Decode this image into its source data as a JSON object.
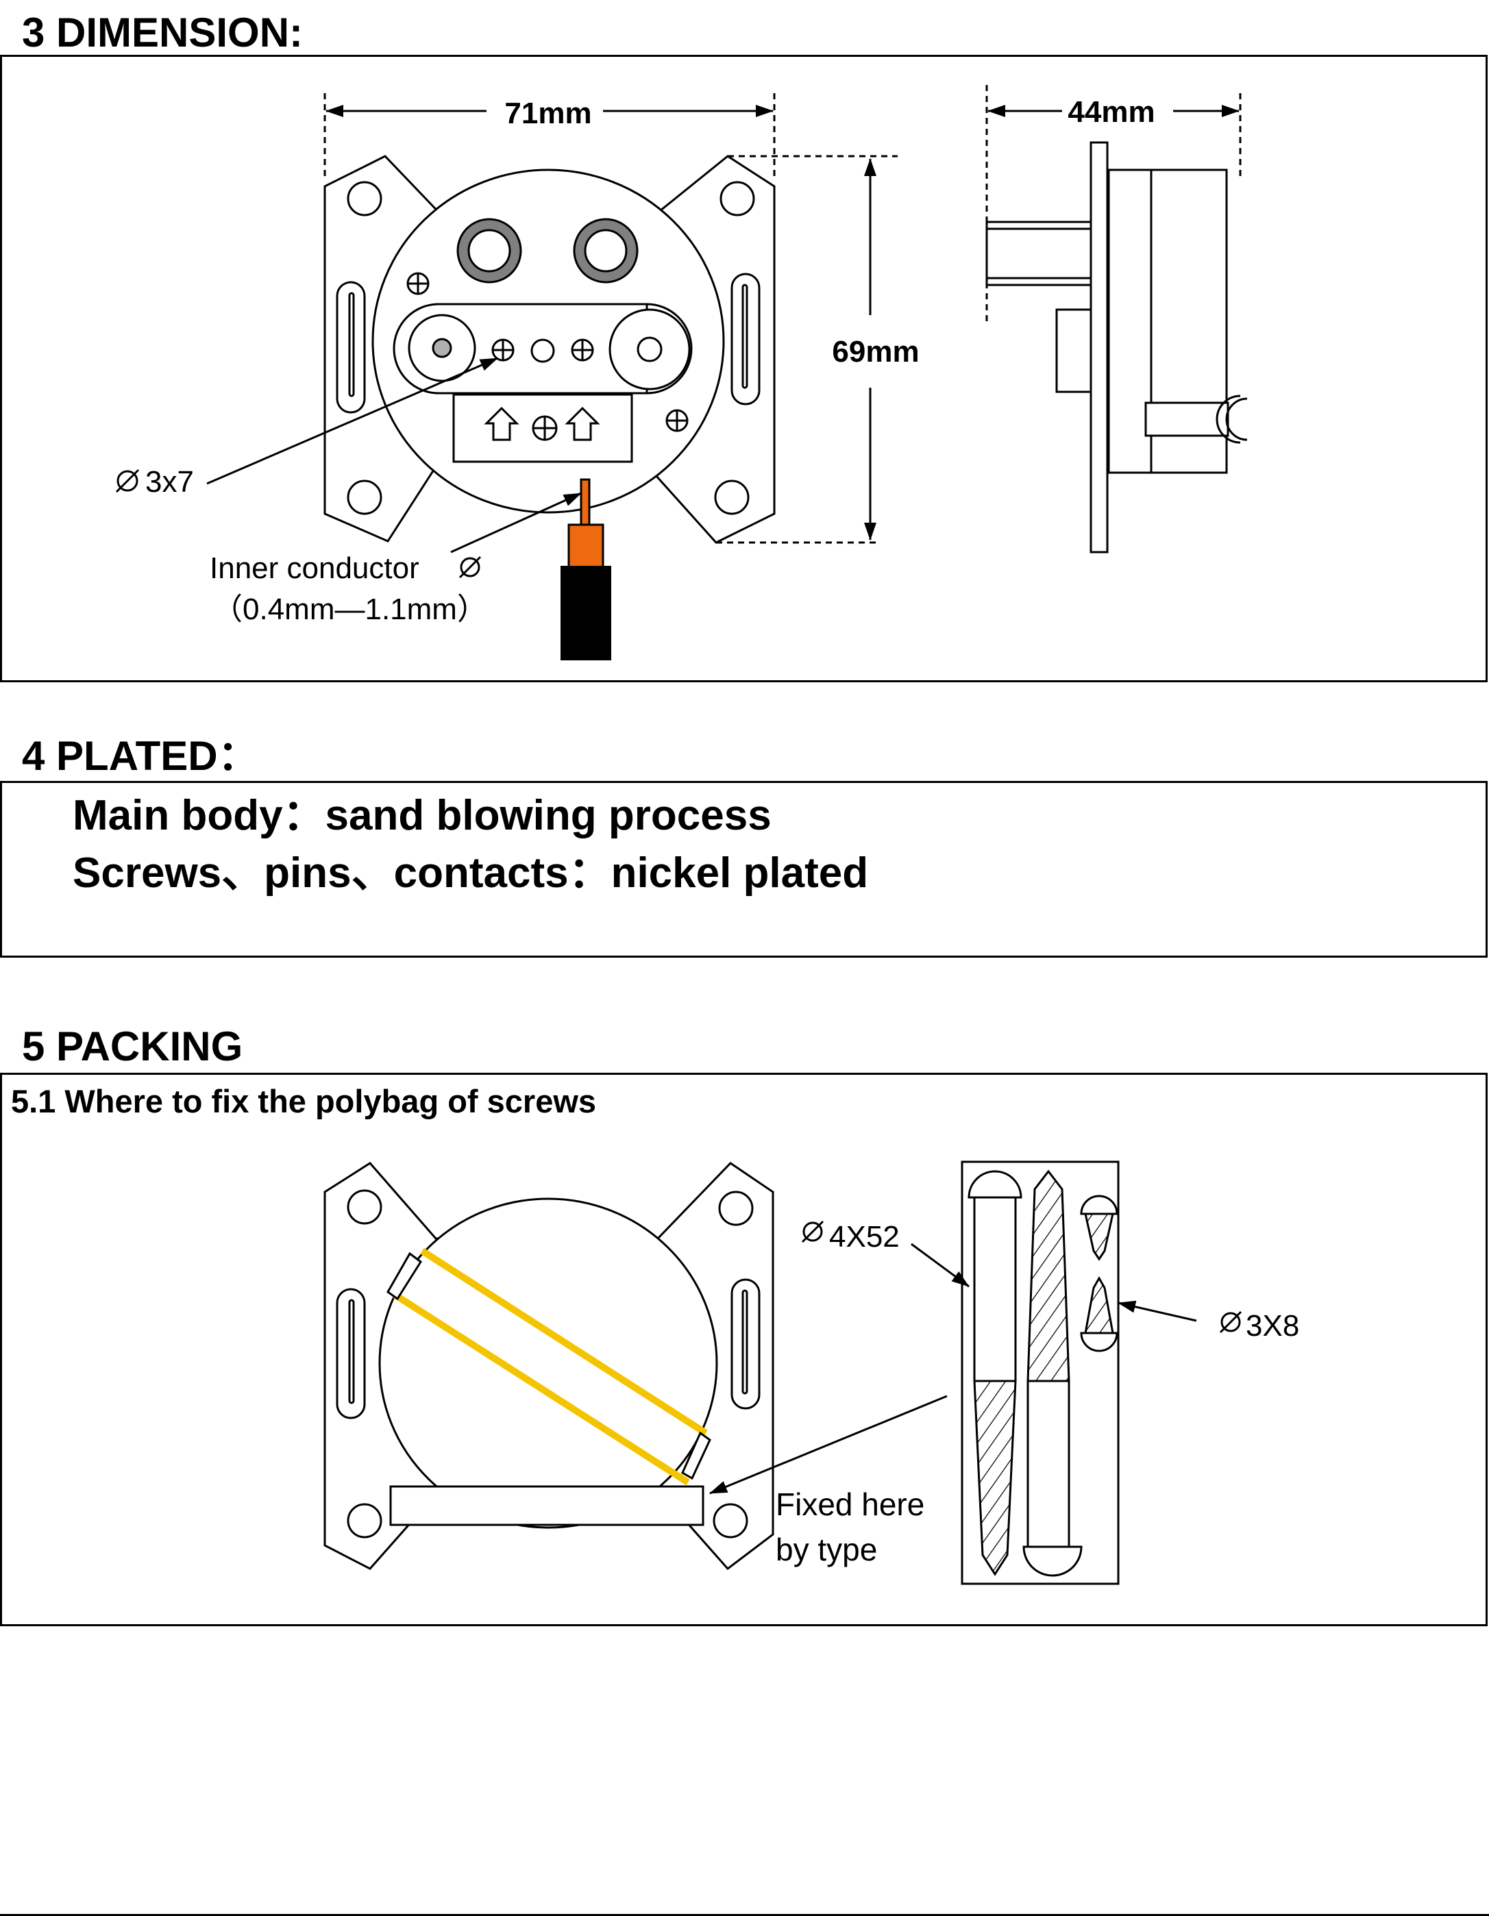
{
  "sections": {
    "dimension": {
      "heading": "3  DIMENSION:",
      "dim_width": "71mm",
      "dim_height": "69mm",
      "dim_depth": "44mm",
      "screw_label": "3x7",
      "inner_conductor_label": "Inner conductor",
      "inner_conductor_range": "（0.4mm—1.1mm）"
    },
    "plated": {
      "heading": "4  PLATED：",
      "line1": "Main body：sand blowing process",
      "line2": "Screws、pins、contacts：nickel plated"
    },
    "packing": {
      "heading": "5  PACKING",
      "subheading": "5.1  Where to fix the polybag of screws",
      "screw_large_label": "4X52",
      "screw_small_label": "3X8",
      "fixed_here_line1": "Fixed here",
      "fixed_here_line2": "by  type"
    }
  },
  "colors": {
    "cable_core": "#ee6a10",
    "strap": "#f5c400",
    "bushing": "#808080"
  },
  "icons": {
    "diameter": "diameter-symbol-icon",
    "phillips": "phillips-screw-icon",
    "arrow": "up-arrow-icon"
  }
}
